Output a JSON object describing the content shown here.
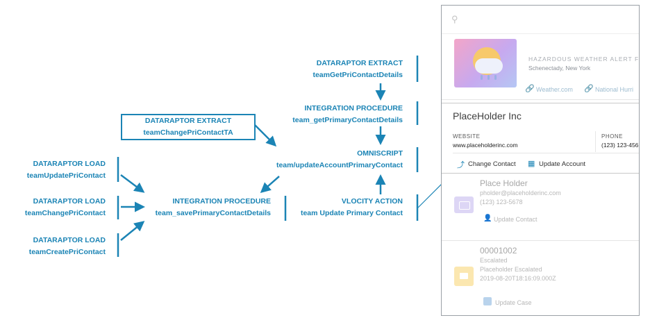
{
  "diagram": {
    "nodes": {
      "extract_get": {
        "type": "DATARAPTOR EXTRACT",
        "name": "teamGetPriContactDetails"
      },
      "ip_get": {
        "type": "INTEGRATION PROCEDURE",
        "name": "team_getPrimaryContactDetails"
      },
      "omniscript": {
        "type": "OMNISCRIPT",
        "name": "team/updateAccountPrimaryContact"
      },
      "vlocity_action": {
        "type": "VLOCITY ACTION",
        "name": "team Update Primary Contact"
      },
      "extract_change": {
        "type": "DATARAPTOR EXTRACT",
        "name": "teamChangePriContactTA"
      },
      "ip_save": {
        "type": "INTEGRATION PROCEDURE",
        "name": "team_savePrimaryContactDetails"
      },
      "load_update": {
        "type": "DATARAPTOR LOAD",
        "name": "teamUpdatePriContact"
      },
      "load_change": {
        "type": "DATARAPTOR LOAD",
        "name": "teamChangePriContact"
      },
      "load_create": {
        "type": "DATARAPTOR LOAD",
        "name": "teamCreatePriContact"
      }
    },
    "edges": [
      [
        "extract_get",
        "ip_get"
      ],
      [
        "ip_get",
        "omniscript"
      ],
      [
        "vlocity_action",
        "omniscript"
      ],
      [
        "extract_change",
        "omniscript"
      ],
      [
        "omniscript",
        "ip_save"
      ],
      [
        "load_update",
        "ip_save"
      ],
      [
        "load_change",
        "ip_save"
      ],
      [
        "load_create",
        "ip_save"
      ]
    ],
    "colors": {
      "accent": "#1b84b5"
    }
  },
  "panel": {
    "search_icon": "search-icon",
    "weather": {
      "alert": "HAZARDOUS WEATHER ALERT FOR:",
      "location": "Schenectady, New York",
      "links": [
        "Weather.com",
        "National Hurri"
      ]
    },
    "account": {
      "name": "PlaceHolder Inc",
      "fields": [
        {
          "label": "WEBSITE",
          "value": "www.placeholderinc.com"
        },
        {
          "label": "PHONE",
          "value": "(123) 123-456"
        }
      ],
      "actions": [
        "Change Contact",
        "Update Account"
      ]
    },
    "contact": {
      "name": "Place Holder",
      "email": "pholder@placeholderinc.com",
      "phone": "(123) 123-5678",
      "action": "Update Contact"
    },
    "case": {
      "number": "00001002",
      "status": "Escalated",
      "subject": "Placeholder Escalated",
      "date": "2019-08-20T18:16:09.000Z",
      "action": "Update Case"
    }
  }
}
